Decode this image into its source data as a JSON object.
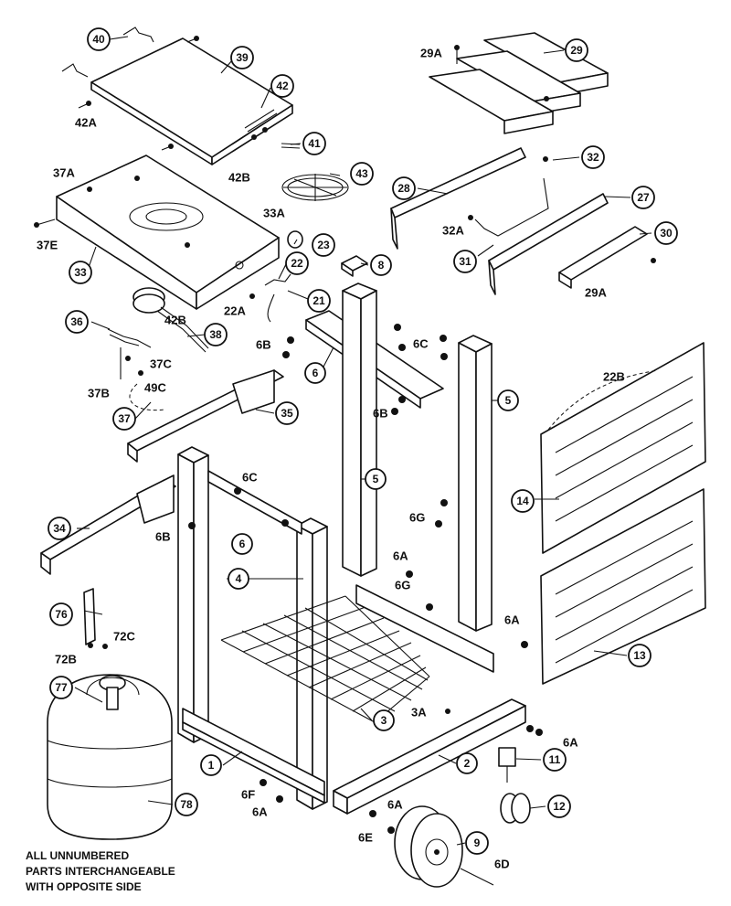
{
  "callouts": [
    {
      "id": "c40",
      "label": "40"
    },
    {
      "id": "c39",
      "label": "39"
    },
    {
      "id": "c42",
      "label": "42"
    },
    {
      "id": "c41",
      "label": "41"
    },
    {
      "id": "c43",
      "label": "43"
    },
    {
      "id": "c23",
      "label": "23"
    },
    {
      "id": "c22",
      "label": "22"
    },
    {
      "id": "c21",
      "label": "21"
    },
    {
      "id": "c33",
      "label": "33"
    },
    {
      "id": "c36",
      "label": "36"
    },
    {
      "id": "c38",
      "label": "38"
    },
    {
      "id": "c37",
      "label": "37"
    },
    {
      "id": "c35",
      "label": "35"
    },
    {
      "id": "c6a",
      "label": "6"
    },
    {
      "id": "c6b",
      "label": "6"
    },
    {
      "id": "c8",
      "label": "8"
    },
    {
      "id": "c5a",
      "label": "5"
    },
    {
      "id": "c5b",
      "label": "5"
    },
    {
      "id": "c29",
      "label": "29"
    },
    {
      "id": "c32",
      "label": "32"
    },
    {
      "id": "c28",
      "label": "28"
    },
    {
      "id": "c27",
      "label": "27"
    },
    {
      "id": "c31",
      "label": "31"
    },
    {
      "id": "c30",
      "label": "30"
    },
    {
      "id": "c14",
      "label": "14"
    },
    {
      "id": "c13",
      "label": "13"
    },
    {
      "id": "c34",
      "label": "34"
    },
    {
      "id": "c4",
      "label": "4"
    },
    {
      "id": "c76",
      "label": "76"
    },
    {
      "id": "c77",
      "label": "77"
    },
    {
      "id": "c78",
      "label": "78"
    },
    {
      "id": "c3",
      "label": "3"
    },
    {
      "id": "c1",
      "label": "1"
    },
    {
      "id": "c2",
      "label": "2"
    },
    {
      "id": "c11",
      "label": "11"
    },
    {
      "id": "c12",
      "label": "12"
    },
    {
      "id": "c9",
      "label": "9"
    }
  ],
  "labels": [
    {
      "id": "t42A",
      "text": "42A"
    },
    {
      "id": "t42B",
      "text": "42B"
    },
    {
      "id": "t37A",
      "text": "37A"
    },
    {
      "id": "t37E",
      "text": "37E"
    },
    {
      "id": "t33A",
      "text": "33A"
    },
    {
      "id": "t22A",
      "text": "22A"
    },
    {
      "id": "t42B2",
      "text": "42B"
    },
    {
      "id": "t37C",
      "text": "37C"
    },
    {
      "id": "t37B",
      "text": "37B"
    },
    {
      "id": "t49C",
      "text": "49C"
    },
    {
      "id": "t6B1",
      "text": "6B"
    },
    {
      "id": "t6C1",
      "text": "6C"
    },
    {
      "id": "t6B2",
      "text": "6B"
    },
    {
      "id": "t29A1",
      "text": "29A"
    },
    {
      "id": "t32A",
      "text": "32A"
    },
    {
      "id": "t29A2",
      "text": "29A"
    },
    {
      "id": "t22B",
      "text": "22B"
    },
    {
      "id": "t6C2",
      "text": "6C"
    },
    {
      "id": "t6B3",
      "text": "6B"
    },
    {
      "id": "t6G1",
      "text": "6G"
    },
    {
      "id": "t6A1",
      "text": "6A"
    },
    {
      "id": "t6G2",
      "text": "6G"
    },
    {
      "id": "t6A2",
      "text": "6A"
    },
    {
      "id": "t72C",
      "text": "72C"
    },
    {
      "id": "t72B",
      "text": "72B"
    },
    {
      "id": "t3A",
      "text": "3A"
    },
    {
      "id": "t6A3",
      "text": "6A"
    },
    {
      "id": "t6F",
      "text": "6F"
    },
    {
      "id": "t6A4",
      "text": "6A"
    },
    {
      "id": "t6A5",
      "text": "6A"
    },
    {
      "id": "t6E",
      "text": "6E"
    },
    {
      "id": "t6D",
      "text": "6D"
    }
  ],
  "note": {
    "line1": "ALL UNNUMBERED",
    "line2": "PARTS INTERCHANGEABLE",
    "line3": "WITH OPPOSITE SIDE"
  }
}
